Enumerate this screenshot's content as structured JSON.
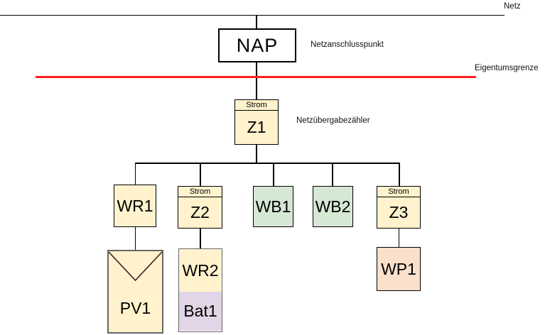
{
  "diagram": {
    "grid_label": "Netz",
    "boundary_label": "Eigentumsgrenze",
    "nodes": {
      "nap": {
        "label": "NAP",
        "annotation": "Netzanschlusspunkt"
      },
      "z1": {
        "header": "Strom",
        "label": "Z1",
        "annotation": "Netzübergabezähler"
      },
      "wr1": {
        "label": "WR1"
      },
      "z2": {
        "header": "Strom",
        "label": "Z2"
      },
      "wb1": {
        "label": "WB1"
      },
      "wb2": {
        "label": "WB2"
      },
      "z3": {
        "header": "Strom",
        "label": "Z3"
      },
      "pv1": {
        "label": "PV1"
      },
      "wr2": {
        "label": "WR2"
      },
      "bat1": {
        "label": "Bat1"
      },
      "wp1": {
        "label": "WP1"
      }
    },
    "colors": {
      "meter_fill": "#FFF2CC",
      "wallbox_fill": "#D5E8D4",
      "battery_fill": "#E1D5E7",
      "heatpump_fill": "#FBE0CC",
      "nap_fill": "#FFFFFF",
      "boundary_line": "#FF1F1F",
      "connector_line": "#000000",
      "pv_symbol_stroke": "#3D1F1F"
    }
  }
}
